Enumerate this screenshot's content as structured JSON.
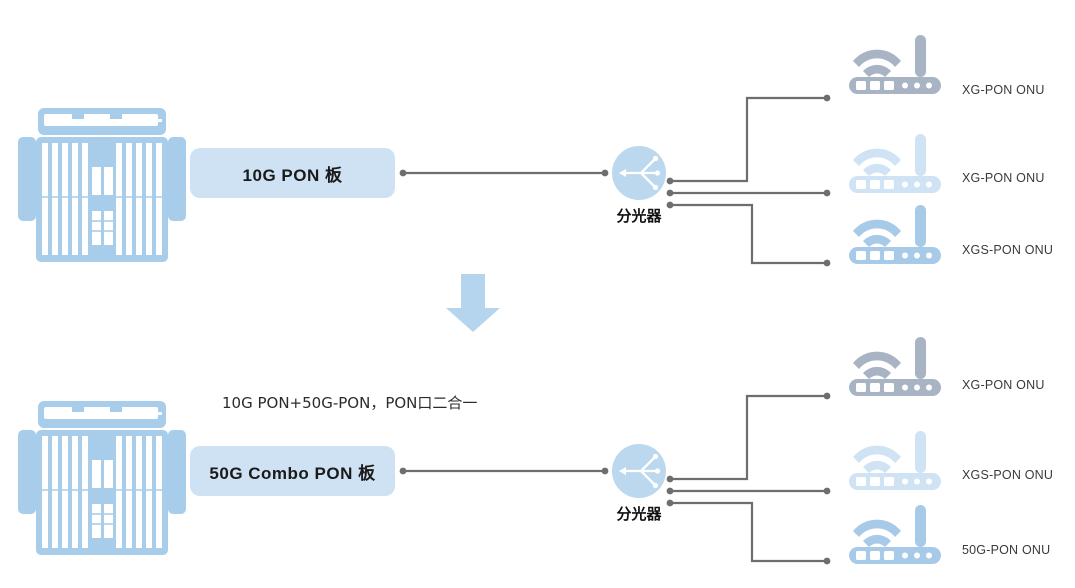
{
  "diagram": {
    "title_caption": "10G PON+50G-PON，PON口二合一",
    "colors": {
      "board_fill": "#cfe2f3",
      "chassis_blue": "#a8cdea",
      "splitter_blue": "#bcd8ef",
      "arrow_blue": "#b5d5ef",
      "line_gray": "#6e6e6e",
      "onu_gray_blue": "#a8b4c4",
      "onu_light_blue": "#cfe3f5",
      "onu_mid_blue": "#a7cae8"
    },
    "top_row": {
      "chassis_name": "olt-chassis",
      "board_label": "10G PON 板",
      "splitter_label": "分光器",
      "onus": [
        {
          "label": "XG-PON ONU",
          "color": "#a8b4c4"
        },
        {
          "label": "XG-PON ONU",
          "color": "#cfe3f5"
        },
        {
          "label": "XGS-PON ONU",
          "color": "#a7cae8"
        }
      ]
    },
    "bottom_row": {
      "chassis_name": "olt-chassis",
      "board_label": "50G Combo PON 板",
      "splitter_label": "分光器",
      "onus": [
        {
          "label": "XG-PON ONU",
          "color": "#a8b4c4"
        },
        {
          "label": "XGS-PON ONU",
          "color": "#cfe3f5"
        },
        {
          "label": "50G-PON ONU",
          "color": "#a7cae8"
        }
      ]
    },
    "transition_arrow": "down-arrow"
  }
}
